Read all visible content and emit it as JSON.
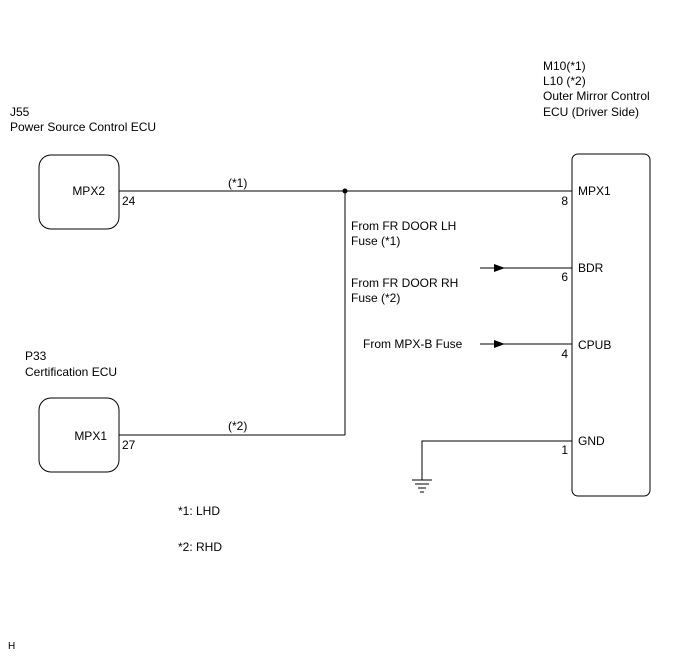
{
  "ecu_j55": {
    "code": "J55",
    "name": "Power Source Control ECU",
    "terminal": "MPX2",
    "pin": "24"
  },
  "ecu_p33": {
    "code": "P33",
    "name": "Certification ECU",
    "terminal": "MPX1",
    "pin": "27"
  },
  "ecu_mirror": {
    "code_lhd": "M10(*1)",
    "code_rhd": "L10 (*2)",
    "name_line1": "Outer Mirror Control",
    "name_line2": "ECU (Driver Side)",
    "terminals": [
      {
        "name": "MPX1",
        "pin": "8"
      },
      {
        "name": "BDR",
        "pin": "6"
      },
      {
        "name": "CPUB",
        "pin": "4"
      },
      {
        "name": "GND",
        "pin": "1"
      }
    ]
  },
  "wire_labels": {
    "top": "(*1)",
    "bottom": "(*2)"
  },
  "fuse_notes": {
    "fr_door_lh_line1": "From FR DOOR LH",
    "fr_door_lh_line2": "Fuse (*1)",
    "fr_door_rh_line1": "From FR DOOR RH",
    "fr_door_rh_line2": "Fuse (*2)",
    "mpx_b": "From MPX-B Fuse"
  },
  "legend": {
    "lhd": "*1: LHD",
    "rhd": "*2: RHD"
  },
  "corner_mark": "H",
  "colors": {
    "line": "#000000",
    "background": "#ffffff"
  }
}
